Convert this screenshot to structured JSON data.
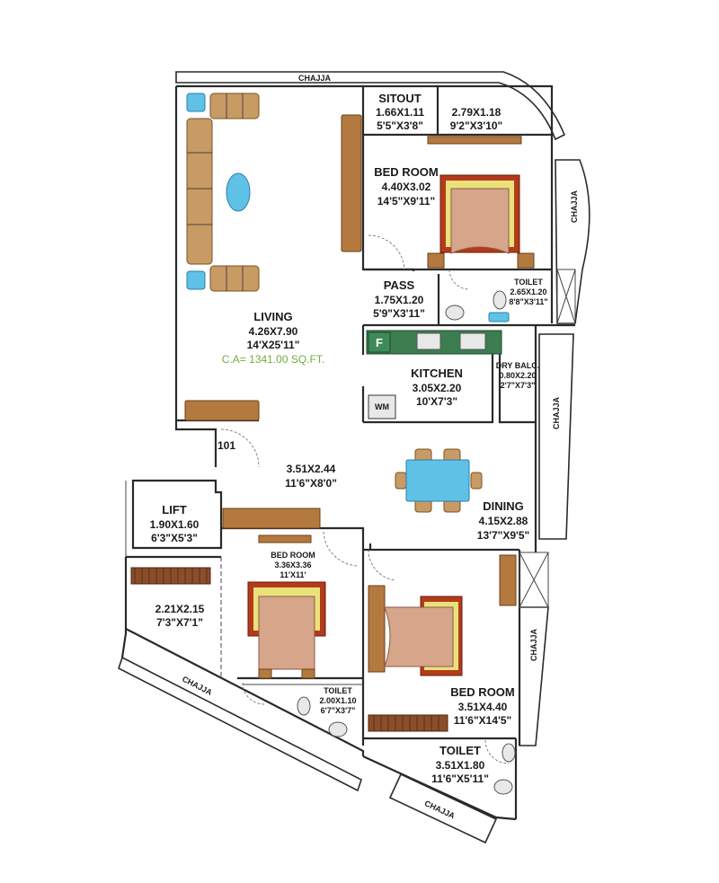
{
  "labels": {
    "chajja": "CHAJJA",
    "sitout_name": "SITOUT",
    "sitout_m": "1.66X1.11",
    "sitout_ft": "5'5\"X3'8\"",
    "balcony_m": "2.79X1.18",
    "balcony_ft": "9'2\"X3'10\"",
    "bed1_name": "BED ROOM",
    "bed1_m": "4.40X3.02",
    "bed1_ft": "14'5\"X9'11\"",
    "pass_name": "PASS",
    "pass_m": "1.75X1.20",
    "pass_ft": "5'9\"X3'11\"",
    "toilet1_name": "TOILET",
    "toilet1_m": "2.65X1.20",
    "toilet1_ft": "8'8\"X3'11\"",
    "living_name": "LIVING",
    "living_m": "4.26X7.90",
    "living_ft": "14'X25'11\"",
    "carpet_area": "C.A= 1341.00 SQ.FT.",
    "fridge": "F",
    "kitchen_name": "KITCHEN",
    "kitchen_m": "3.05X2.20",
    "kitchen_ft": "10'X7'3\"",
    "dry_balc_name": "DRY BALC.",
    "dry_balc_m": "0.80X2.20",
    "dry_balc_ft": "2'7\"X7'3\"",
    "wm": "WM",
    "unit_no": "101",
    "foyer_m": "3.51X2.44",
    "foyer_ft": "11'6\"X8'0\"",
    "lift_name": "LIFT",
    "lift_m": "1.90X1.60",
    "lift_ft": "6'3\"X5'3\"",
    "dining_name": "DINING",
    "dining_m": "4.15X2.88",
    "dining_ft": "13'7\"X9'5\"",
    "bed2_name": "BED ROOM",
    "bed2_m": "3.36X3.36",
    "bed2_ft": "11'X11'",
    "lobby_m": "2.21X2.15",
    "lobby_ft": "7'3\"X7'1\"",
    "toilet2_name": "TOILET",
    "toilet2_m": "2.00X1.10",
    "toilet2_ft": "6'7\"X3'7\"",
    "bed3_name": "BED ROOM",
    "bed3_m": "3.51X4.40",
    "bed3_ft": "11'6\"X14'5\"",
    "toilet3_name": "TOILET",
    "toilet3_m": "3.51X1.80",
    "toilet3_ft": "11'6\"X5'11\""
  },
  "colors": {
    "carpet_area_text": "#6fae3f",
    "wall": "#2a2a2a",
    "furniture_wood": "#b4793e",
    "bed_frame": "#b33a1c",
    "fixture_blue": "#5fc1e6",
    "kitchen_counter": "#3c7d4f"
  }
}
